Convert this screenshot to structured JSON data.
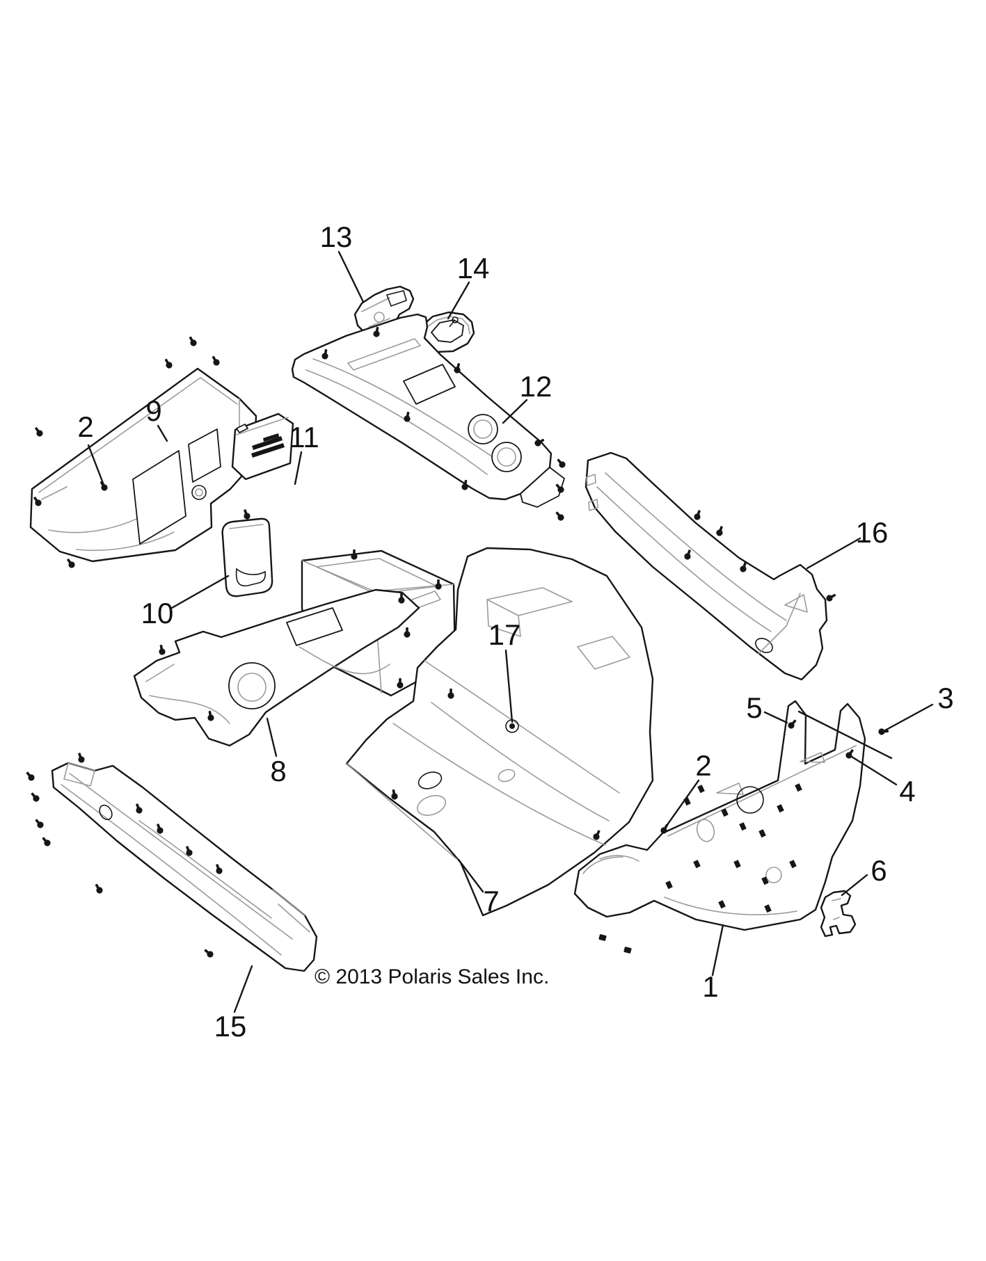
{
  "diagram": {
    "type": "exploded-parts-diagram",
    "copyright": "© 2013 Polaris Sales Inc.",
    "colors": {
      "background": "#ffffff",
      "line": "#161616",
      "detail": "#9a9a9a"
    },
    "callouts": {
      "c1": {
        "label": "1"
      },
      "c2_left": {
        "label": "2"
      },
      "c2_right": {
        "label": "2"
      },
      "c3": {
        "label": "3"
      },
      "c4": {
        "label": "4"
      },
      "c5": {
        "label": "5"
      },
      "c6": {
        "label": "6"
      },
      "c7": {
        "label": "7"
      },
      "c8": {
        "label": "8"
      },
      "c9": {
        "label": "9"
      },
      "c10": {
        "label": "10"
      },
      "c11": {
        "label": "11"
      },
      "c12": {
        "label": "12"
      },
      "c13": {
        "label": "13"
      },
      "c14": {
        "label": "14"
      },
      "c15": {
        "label": "15"
      },
      "c16": {
        "label": "16"
      },
      "c17": {
        "label": "17"
      }
    }
  }
}
